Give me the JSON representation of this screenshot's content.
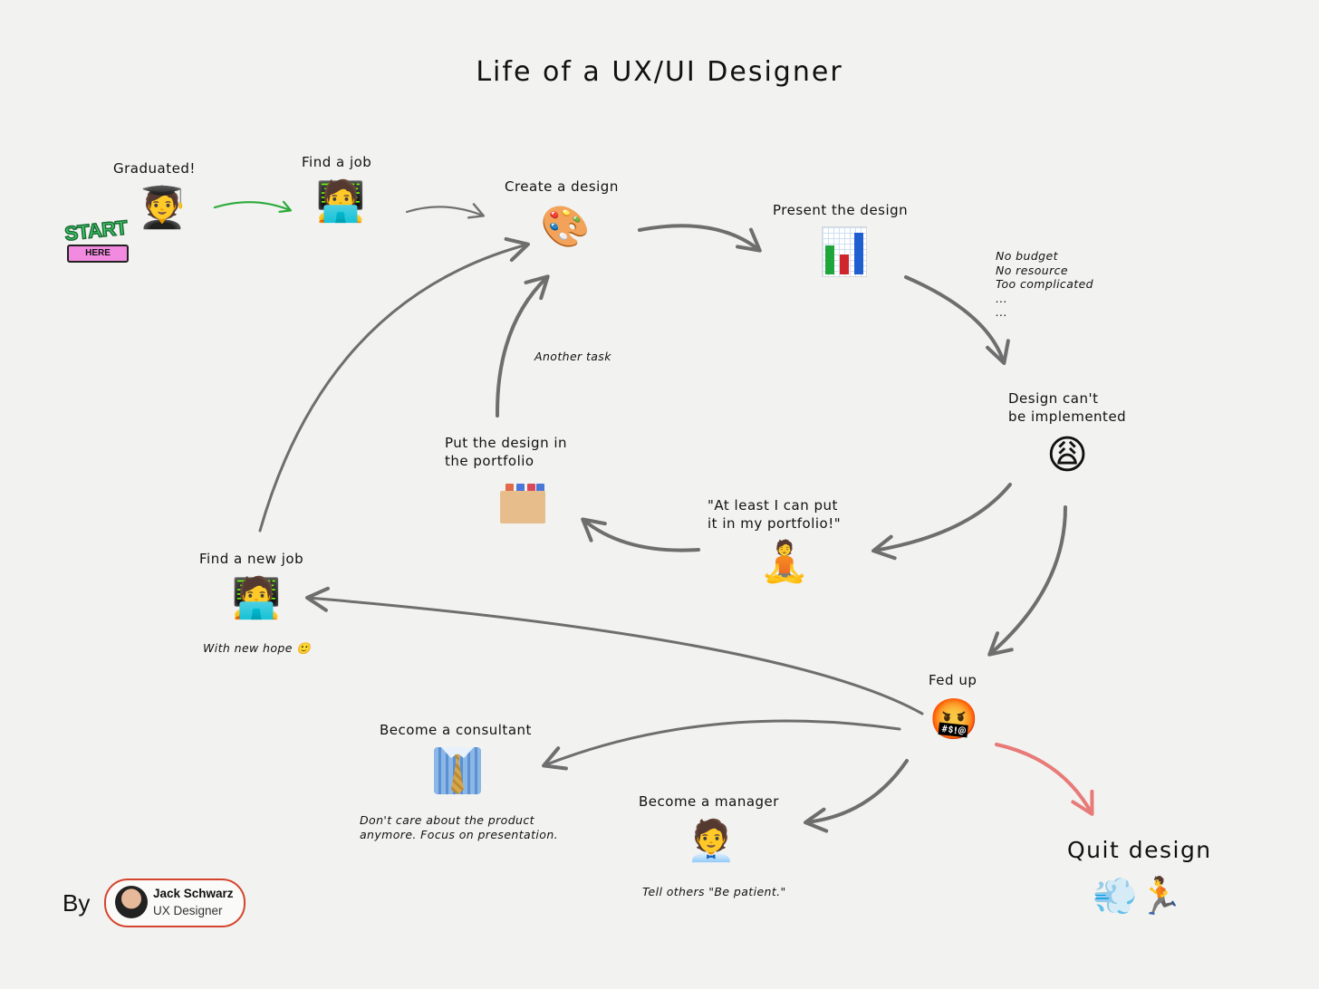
{
  "title": "Life of a UX/UI Designer",
  "nodes": {
    "graduated": {
      "label": "Graduated!",
      "emoji": "🧑‍🎓"
    },
    "find_job": {
      "label": "Find a job",
      "emoji": "🧑‍💻"
    },
    "create_design": {
      "label": "Create a design",
      "emoji": "🎨"
    },
    "present_design": {
      "label": "Present the design"
    },
    "cant_implement": {
      "label": "Design can't\nbe implemented",
      "emoji": "😩"
    },
    "at_least": {
      "label": "\"At least I can put\nit in my portfolio!\"",
      "emoji": "🧘"
    },
    "portfolio": {
      "label": "Put the design in\nthe portfolio"
    },
    "new_job": {
      "label": "Find a new job",
      "emoji": "🧑‍💻"
    },
    "fed_up": {
      "label": "Fed up",
      "emoji": "🤬"
    },
    "consultant": {
      "label": "Become a consultant"
    },
    "manager": {
      "label": "Become a manager",
      "emoji": "🧑‍💼"
    },
    "quit": {
      "label": "Quit design",
      "emoji": "💨🏃"
    }
  },
  "notes": {
    "reasons": "No budget\nNo resource\nToo complicated\n...\n...",
    "another_task": "Another task",
    "new_hope": "With new hope 🙂",
    "consultant_note": "Don't care about the product\nanymore. Focus on presentation.",
    "manager_note": "Tell others \"Be patient.\""
  },
  "sticker": {
    "start": "START",
    "here": "HERE"
  },
  "author": {
    "by": "By",
    "name": "Jack Schwarz",
    "role": "UX Designer"
  },
  "colors": {
    "arrow": "#6e6e6e",
    "start_arrow": "#2bab3a",
    "quit_arrow": "#e87a78",
    "badge_border": "#d4442e"
  }
}
